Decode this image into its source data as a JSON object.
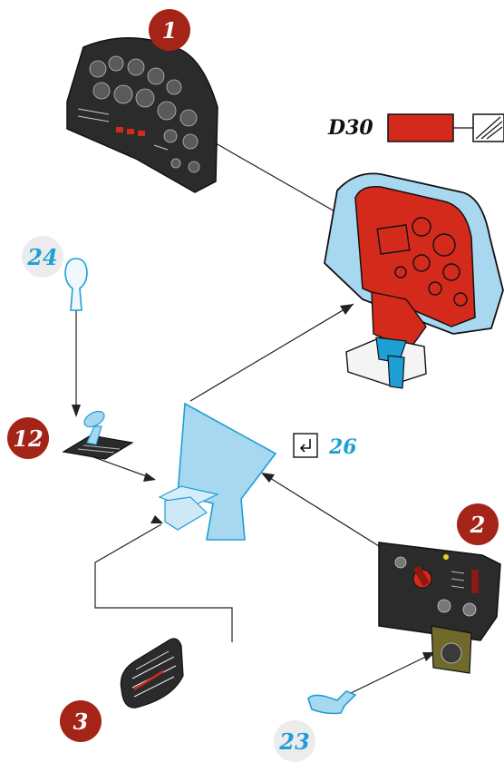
{
  "steps": [
    {
      "number": "1",
      "style": "red"
    },
    {
      "number": "2",
      "style": "red"
    },
    {
      "number": "3",
      "style": "red"
    },
    {
      "number": "12",
      "style": "red"
    },
    {
      "number": "24",
      "style": "grey"
    },
    {
      "number": "23",
      "style": "grey"
    }
  ],
  "paint": {
    "code": "D30",
    "color": "#d42a1c"
  },
  "parts": {
    "clear_part_number": "26"
  },
  "colors": {
    "badge_red": "#a52418",
    "badge_grey": "#ececec",
    "clear_part": "#a8d8f0",
    "clear_outline": "#1e9fd6",
    "panel_dark": "#2b2b2b",
    "olive": "#6f6a2c"
  },
  "icons": [
    "hatch-swatch-icon",
    "clear-part-fold-icon"
  ]
}
